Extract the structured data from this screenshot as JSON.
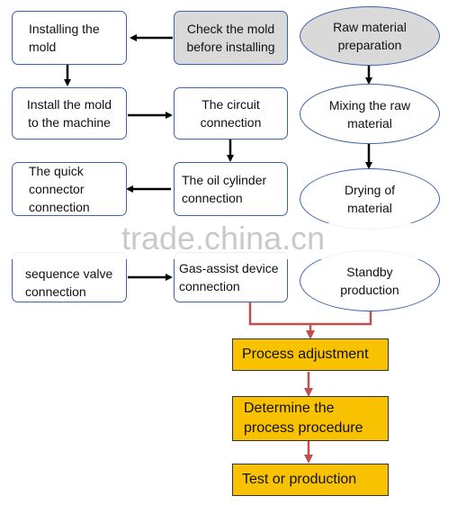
{
  "left_column": {
    "installing_mold": "Installing the\nmold",
    "install_mold_machine": "Install the mold\nto the machine",
    "quick_connector": "The quick\nconnector\nconnection",
    "sequence_valve": "sequence valve\nconnection"
  },
  "middle_column": {
    "check_mold": "Check the mold\nbefore installing",
    "circuit_connection": "The circuit\nconnection",
    "oil_cylinder": "The oil cylinder\nconnection",
    "gas_assist": "Gas-assist device\nconnection"
  },
  "right_column": {
    "raw_material_prep": "Raw material\npreparation",
    "mixing": "Mixing the raw\nmaterial",
    "drying": "Drying of\nmaterial",
    "standby": "Standby\nproduction"
  },
  "bottom_column": {
    "process_adjustment": "Process adjustment",
    "determine_procedure": "Determine the\nprocess procedure",
    "test_production": "Test or production"
  },
  "watermark_text": "trade.china.cn",
  "colors": {
    "box_border": "#3f63a8",
    "grey_fill": "#d9d9d9",
    "orange_fill": "#f8c200",
    "red_connector": "#c0504d",
    "arrow_black": "#000000"
  }
}
